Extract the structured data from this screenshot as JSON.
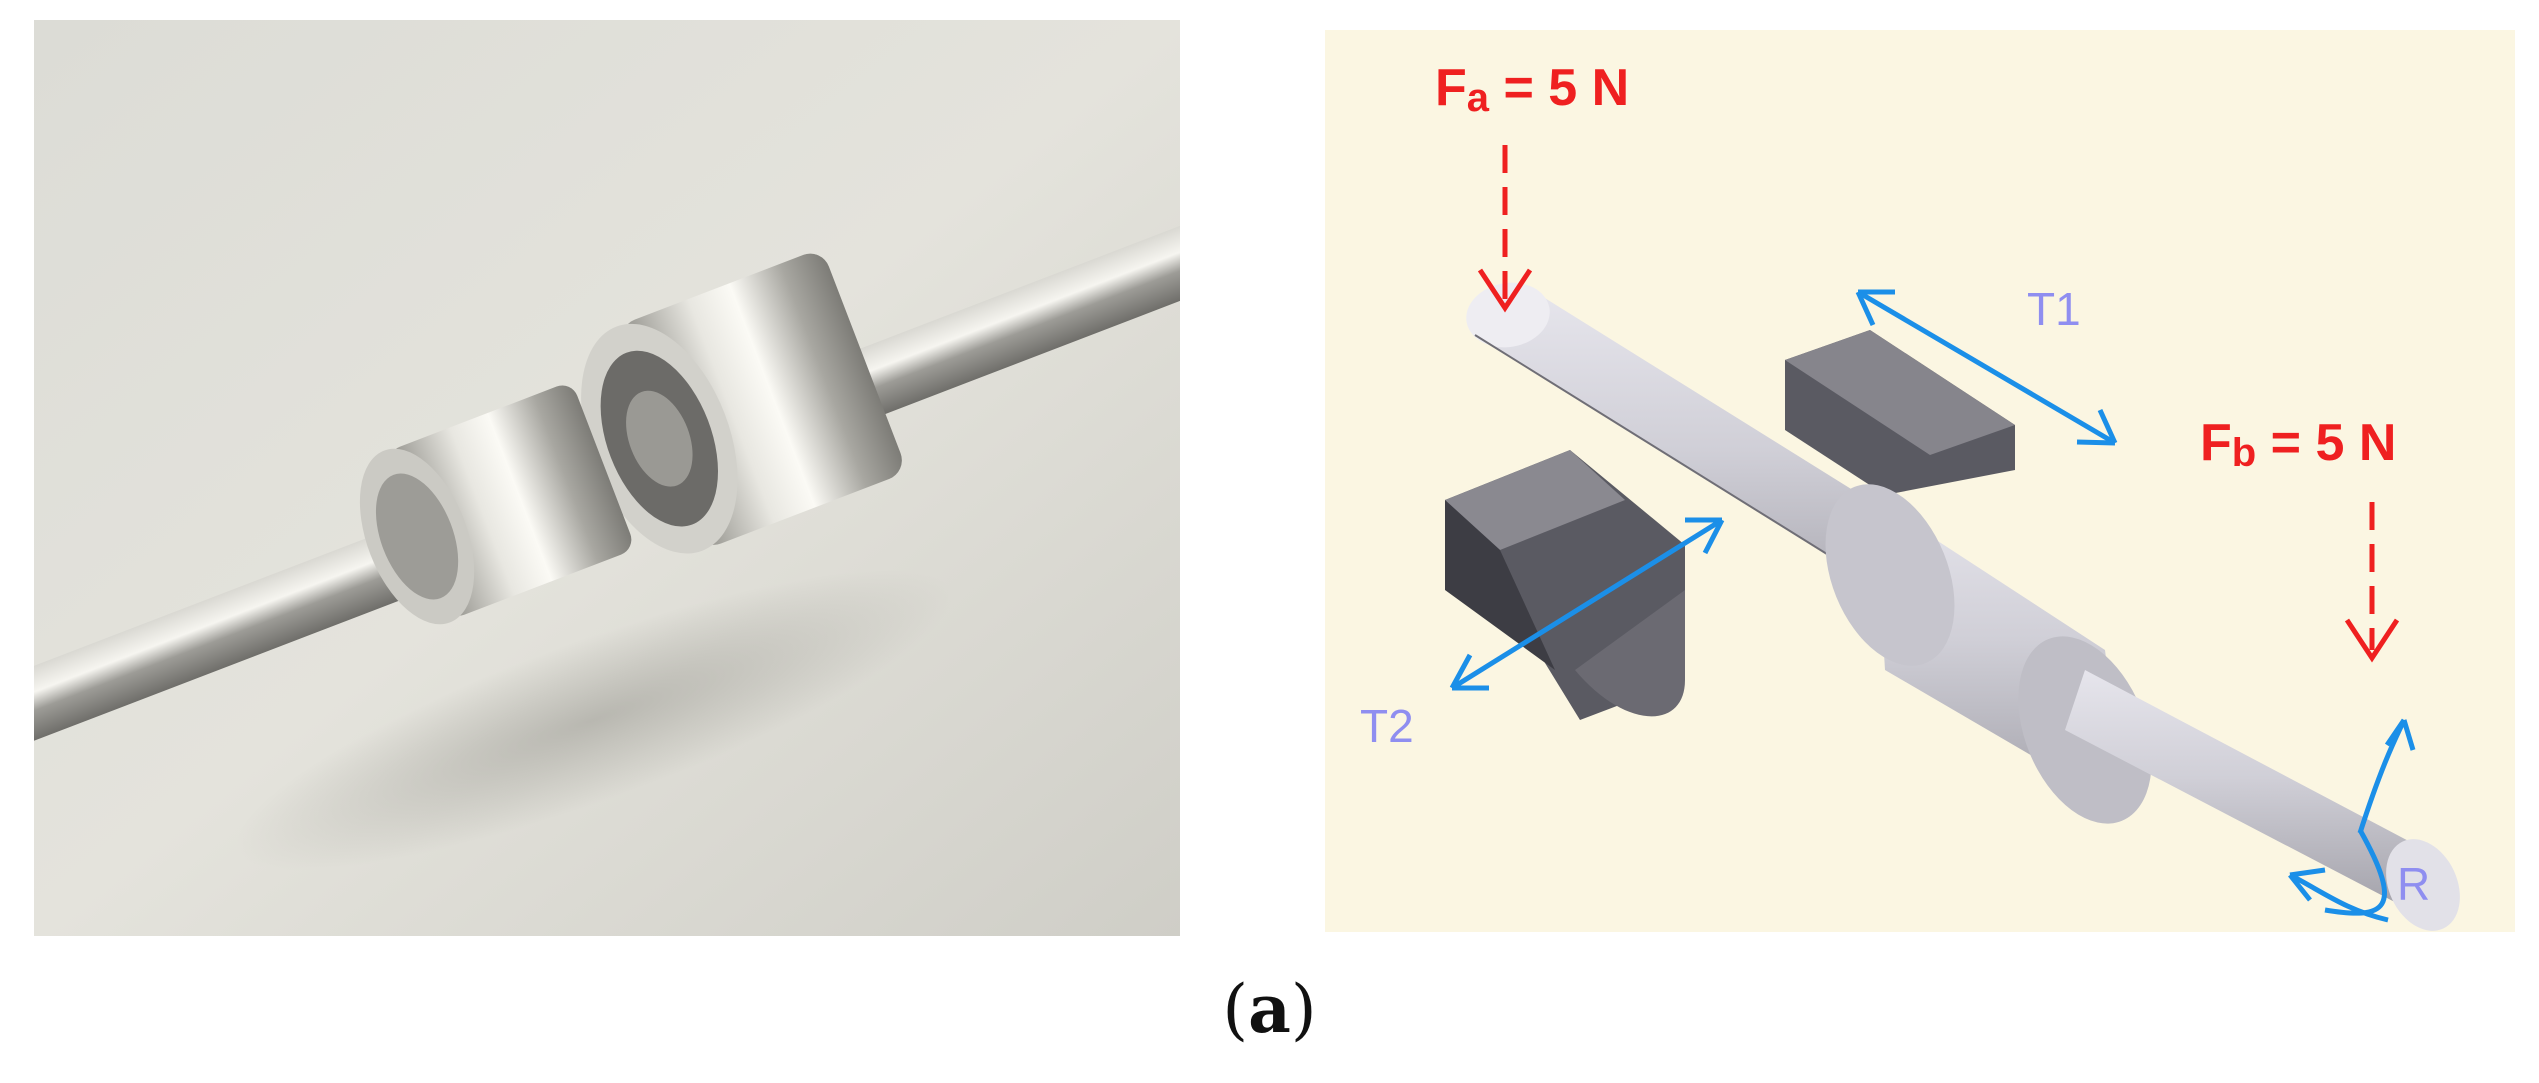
{
  "figure": {
    "caption_open": "(",
    "caption_letter": "a",
    "caption_close": ")"
  },
  "diagram": {
    "force_a": {
      "symbol": "F",
      "subscript": "a",
      "value_text": " = 5 N"
    },
    "force_b": {
      "symbol": "F",
      "subscript": "b",
      "value_text": " = 5 N"
    },
    "translation_1": "T1",
    "translation_2": "T2",
    "rotation": "R",
    "colors": {
      "force": "#ef2020",
      "motion_arrow": "#1b8fe8",
      "motion_label": "#8f8ef0",
      "background": "#fbf6e2",
      "part_light": "#cfced6",
      "part_dark": "#5a5a62"
    }
  },
  "photo": {
    "subject": "stainless shaft with two cylindrical collars"
  }
}
